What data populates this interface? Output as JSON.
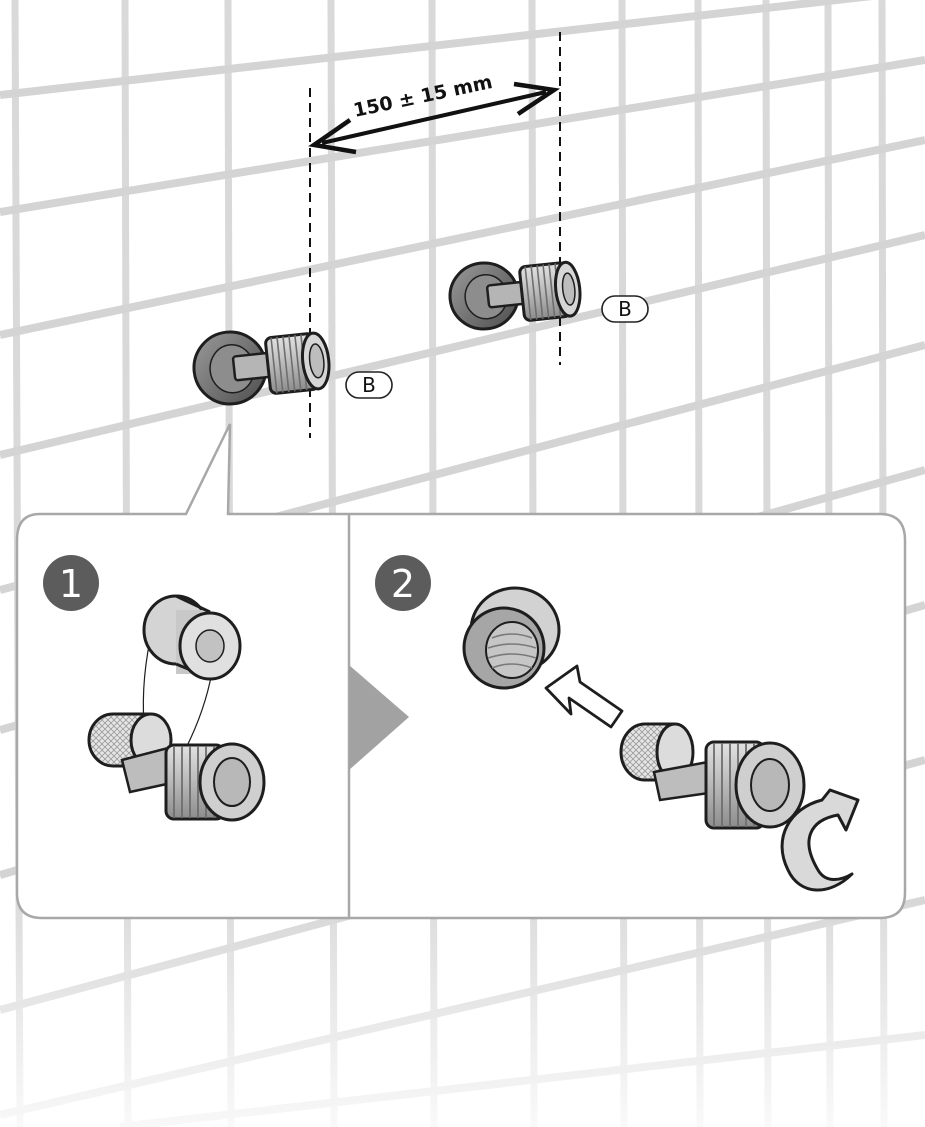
{
  "dimension": {
    "label": "150 ± 15 mm"
  },
  "part_labels": {
    "left": "B",
    "right": "B"
  },
  "steps": [
    {
      "number": "1"
    },
    {
      "number": "2"
    }
  ],
  "colors": {
    "tile_line": "#d7d7d7",
    "panel_border": "#a8a8a8",
    "step_badge": "#5c5c5c",
    "metal_light": "#cfcfcf",
    "metal_mid": "#a9a9a9",
    "metal_dark": "#6a6a6a",
    "outline": "#1e1e1e",
    "next_arrow": "#a2a2a2"
  },
  "icons": {
    "step_transition": "play-triangle-icon",
    "push_direction": "arrow-icon",
    "rotate_direction": "rotate-arrow-icon"
  }
}
